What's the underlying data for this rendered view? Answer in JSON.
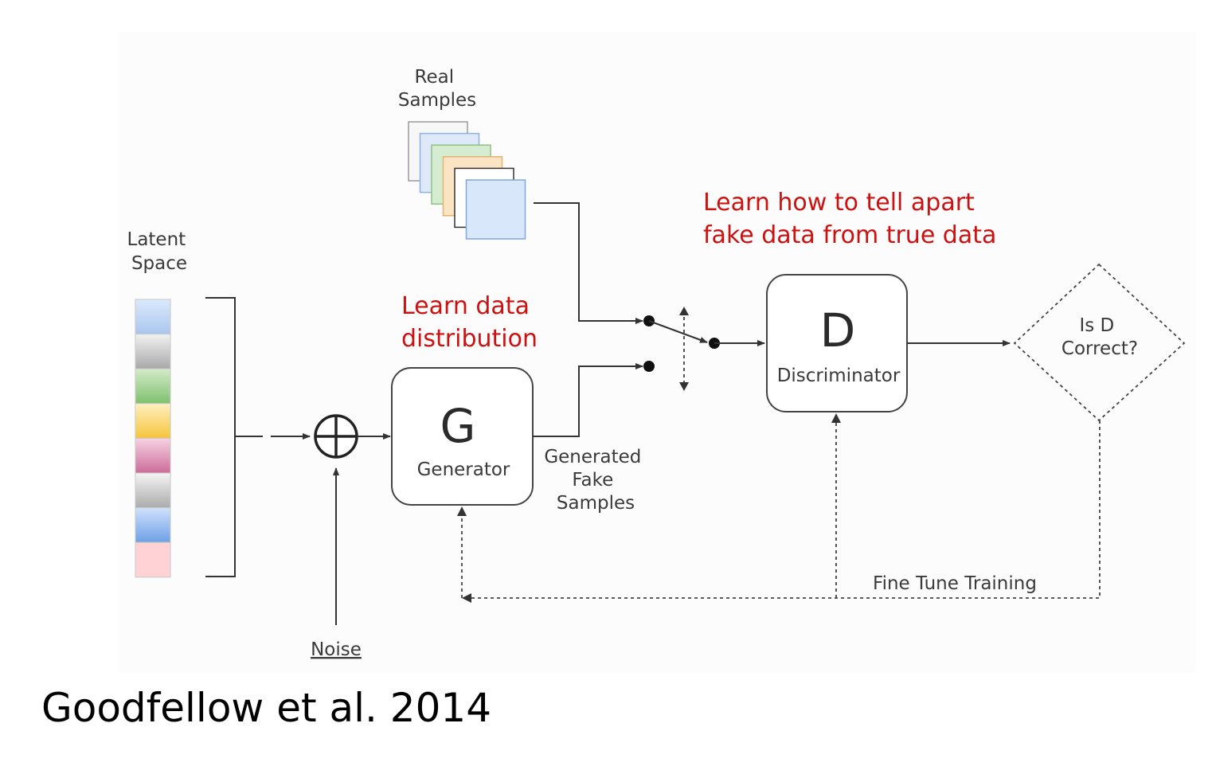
{
  "labels": {
    "real_samples": [
      "Real",
      "Samples"
    ],
    "latent_space": [
      "Latent",
      "Space"
    ],
    "learn_distribution": [
      "Learn data",
      "distribution"
    ],
    "learn_tell_apart": [
      "Learn how to tell apart",
      "fake data from true data"
    ],
    "generator_letter": "G",
    "generator_name": "Generator",
    "discriminator_letter": "D",
    "discriminator_name": "Discriminator",
    "generated_fake": [
      "Generated",
      "Fake",
      "Samples"
    ],
    "is_d_correct": [
      "Is D",
      "Correct?"
    ],
    "fine_tune": "Fine Tune Training",
    "noise": "Noise"
  },
  "latent_cell_colors": [
    [
      "#dbe9fb",
      "#aac6ee"
    ],
    [
      "#f2f2f2",
      "#a8a8a8"
    ],
    [
      "#d3ecc8",
      "#7fc06f"
    ],
    [
      "#fff0bf",
      "#f5c43c"
    ],
    [
      "#f6d2e2",
      "#cc6c99"
    ],
    [
      "#f4f4f4",
      "#ababab"
    ],
    [
      "#cfe2fb",
      "#6d9fe6"
    ],
    [
      "#ffd3d6",
      "#ffd3d6"
    ]
  ],
  "real_sample_stack": [
    {
      "fill": "#f7f7f7",
      "stroke": "#9a9a9a"
    },
    {
      "fill": "#dde9f9",
      "stroke": "#8fb1dd"
    },
    {
      "fill": "#d6ecd0",
      "stroke": "#8ec283"
    },
    {
      "fill": "#fbe4c4",
      "stroke": "#e3b36f"
    },
    {
      "fill": "#ffffff",
      "stroke": "#333333"
    },
    {
      "fill": "#d9e7fb",
      "stroke": "#7fa7de"
    }
  ],
  "citation": "Goodfellow et al. 2014"
}
